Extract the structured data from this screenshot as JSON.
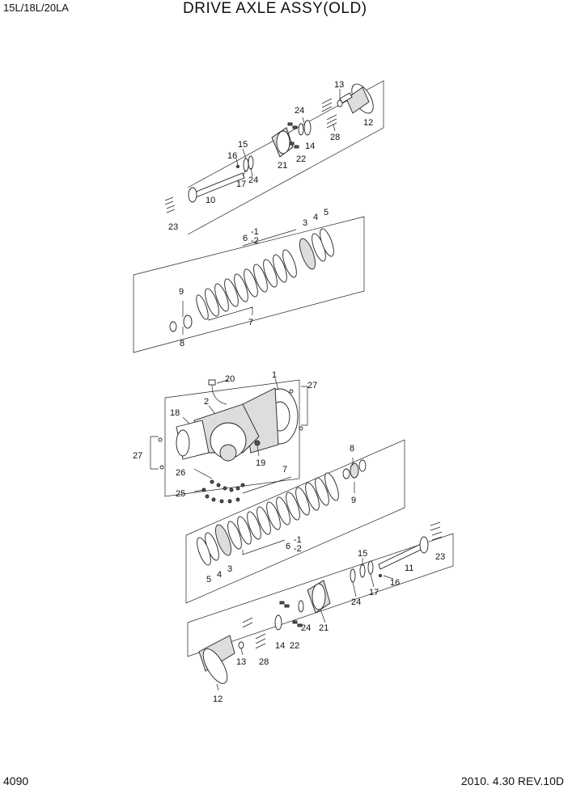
{
  "header": {
    "model": "15L/18L/20LA",
    "title": "DRIVE AXLE ASSY(OLD)"
  },
  "footer": {
    "page_number": "4090",
    "date_revision": "2010. 4.30  REV.10D"
  },
  "callouts": {
    "c1": "1",
    "c2": "2",
    "c3": "3",
    "c4": "4",
    "c5": "5",
    "c6": "6",
    "c6_1": "-1",
    "c6_2": "-2",
    "c7": "7",
    "c8": "8",
    "c9": "9",
    "c10": "10",
    "c11": "11",
    "c12": "12",
    "c13": "13",
    "c14": "14",
    "c15": "15",
    "c16": "16",
    "c17": "17",
    "c18": "18",
    "c19": "19",
    "c20": "20",
    "c21": "21",
    "c22": "22",
    "c23": "23",
    "c24": "24",
    "c25": "25",
    "c26": "26",
    "c27": "27",
    "c28": "28"
  }
}
